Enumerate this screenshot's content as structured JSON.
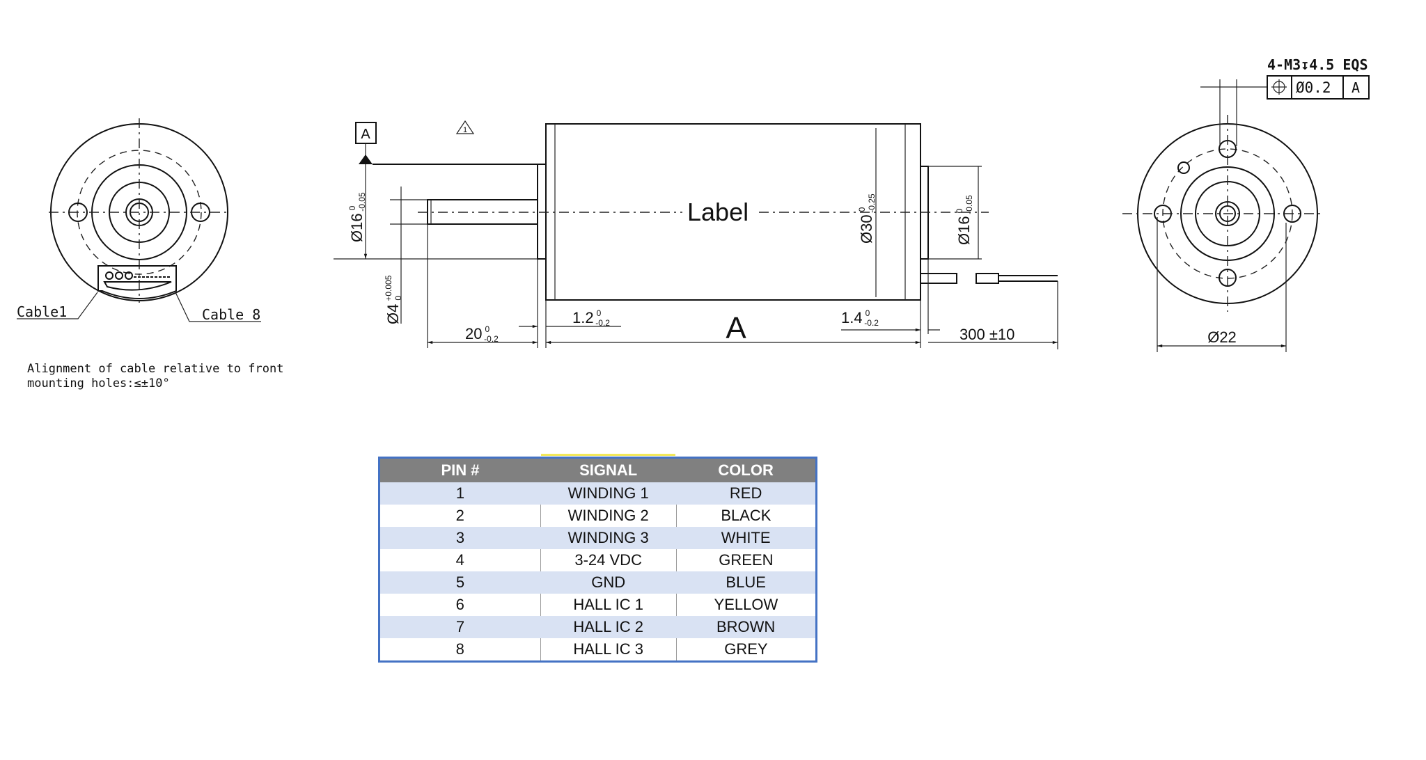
{
  "drawing": {
    "datum_label": "A",
    "warning_number": "1",
    "center_label": "Label",
    "length_label": "A",
    "dims": {
      "flange_dia": {
        "main": "Ø16",
        "upper": "0",
        "lower": "-0.05"
      },
      "shaft_dia": {
        "main": "Ø4",
        "upper": "+0.005",
        "lower": "0"
      },
      "shaft_len": {
        "main": "20",
        "upper": "0",
        "lower": "-0.2"
      },
      "front_flange": {
        "main": "1.2",
        "upper": "0",
        "lower": "-0.2"
      },
      "rear_flange": {
        "main": "1.4",
        "upper": "0",
        "lower": "-0.2"
      },
      "body_dia": {
        "main": "Ø30",
        "upper": "0",
        "lower": "-0.25"
      },
      "rear_dia": {
        "main": "Ø16",
        "upper": "0",
        "lower": "-0.05"
      },
      "cable_len": "300 ±10",
      "bolt_circle": "Ø22"
    },
    "hole_callout": "4-M3↧4.5 EQS",
    "fcf": {
      "tolerance": "Ø0.2",
      "datum": "A"
    },
    "cable1": "Cable1",
    "cable8": "Cable 8",
    "note": [
      "Alignment of cable relative to front",
      "mounting holes:≤±10°"
    ]
  },
  "table": {
    "headers": [
      "PIN #",
      "SIGNAL",
      "COLOR"
    ],
    "rows": [
      [
        "1",
        "WINDING 1",
        "RED"
      ],
      [
        "2",
        "WINDING 2",
        "BLACK"
      ],
      [
        "3",
        "WINDING 3",
        "WHITE"
      ],
      [
        "4",
        "3-24 VDC",
        "GREEN"
      ],
      [
        "5",
        "GND",
        "BLUE"
      ],
      [
        "6",
        "HALL IC 1",
        "YELLOW"
      ],
      [
        "7",
        "HALL IC 2",
        "BROWN"
      ],
      [
        "8",
        "HALL IC 3",
        "GREY"
      ]
    ],
    "colors": {
      "header_bg": "#808080",
      "alt_row_bg": "#d9e2f3",
      "border": "#4472c4"
    }
  }
}
